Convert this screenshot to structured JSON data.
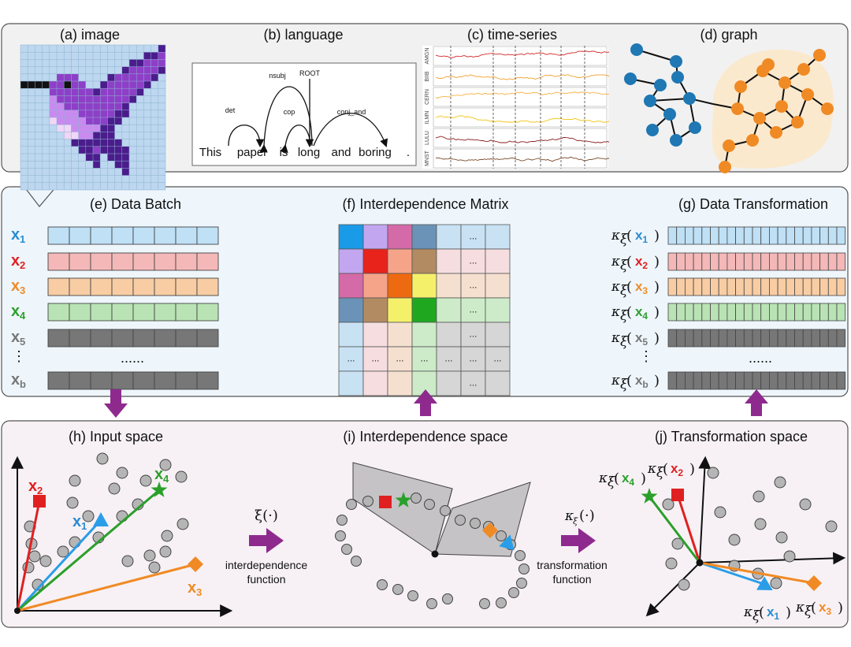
{
  "panels": {
    "a": "(a) image",
    "b": "(b) language",
    "c": "(c) time-series",
    "d": "(d) graph",
    "e": "(e) Data Batch",
    "f": "(f) Interdependence Matrix",
    "g": "(g) Data Transformation",
    "h": "(h) Input space",
    "i": "(i) Interdependence space",
    "j": "(j) Transformation space"
  },
  "language": {
    "words": [
      "This",
      "paper",
      "is",
      "long",
      "and",
      "boring",
      "."
    ],
    "arcs": [
      "det",
      "nsubj",
      "cop",
      "ROOT",
      "conj_and"
    ]
  },
  "timeseries": {
    "tickers": [
      "AMGN",
      "BIIB",
      "CERN",
      "ILMN",
      "LULU",
      "MNST"
    ],
    "colors": [
      "#d62728",
      "#f0a030",
      "#f5b041",
      "#f1c40f",
      "#8b1a1a",
      "#7a4a2a"
    ]
  },
  "batch": {
    "rows": [
      {
        "var": "x",
        "sub": "1",
        "color": "#2a8bd0",
        "fill": "#bfe0f5"
      },
      {
        "var": "x",
        "sub": "2",
        "color": "#e02020",
        "fill": "#f4b8b8"
      },
      {
        "var": "x",
        "sub": "3",
        "color": "#f08a24",
        "fill": "#f8cda4"
      },
      {
        "var": "x",
        "sub": "4",
        "color": "#2aa02a",
        "fill": "#b9e3b4"
      },
      {
        "var": "x",
        "sub": "5",
        "color": "#777777",
        "fill": "#777777"
      },
      {
        "var": "x",
        "sub": "b",
        "color": "#777777",
        "fill": "#777777"
      }
    ],
    "ellipsis_h": "......",
    "ellipsis_v": "⋮"
  },
  "matrix": {
    "ellipsis": "..."
  },
  "transform": {
    "kappa": "κ",
    "xi": "ξ",
    "ellipsis_h": "......",
    "ellipsis_v": "⋮"
  },
  "functions": {
    "xi_label": "ξ(·)",
    "interdependence": [
      "interdependence",
      "function"
    ],
    "kappa_label": "κ",
    "kappa_sub": "ξ",
    "kappa_arg": "(·)",
    "transformation": [
      "transformation",
      "function"
    ]
  },
  "input_space": {
    "labels": [
      {
        "var": "x",
        "sub": "2",
        "color": "#e02020"
      },
      {
        "var": "x",
        "sub": "1",
        "color": "#2a8bd0"
      },
      {
        "var": "x",
        "sub": "4",
        "color": "#2aa02a"
      },
      {
        "var": "x",
        "sub": "3",
        "color": "#f08a24"
      }
    ]
  },
  "transformation_space": {
    "labels": [
      {
        "var": "x",
        "sub": "4",
        "color": "#2aa02a"
      },
      {
        "var": "x",
        "sub": "2",
        "color": "#e02020"
      },
      {
        "var": "x",
        "sub": "1",
        "color": "#2a8bd0"
      },
      {
        "var": "x",
        "sub": "3",
        "color": "#f08a24"
      }
    ]
  },
  "colors": {
    "top_bg": "#f1f1f1",
    "middle_bg": "#eef6fc",
    "bottom_bg": "#f7f1f5",
    "purple_arrow": "#8e2a8e"
  }
}
